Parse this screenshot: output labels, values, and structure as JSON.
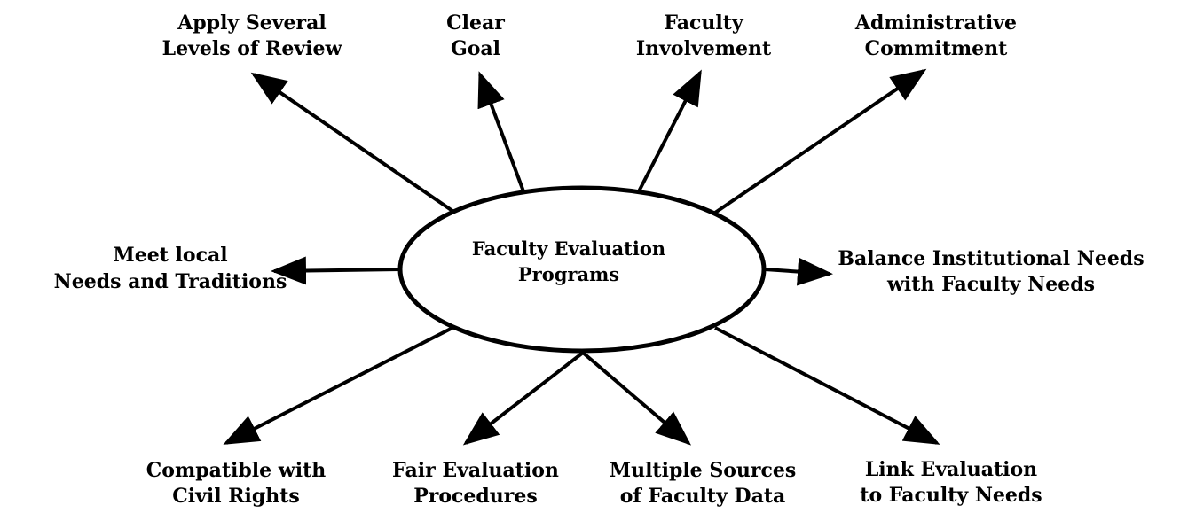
{
  "diagram": {
    "center": {
      "line1": "Faculty Evaluation",
      "line2": "Programs"
    },
    "nodes": [
      {
        "id": "several-levels-of-review",
        "line1": "Apply Several",
        "line2": "Levels of Review"
      },
      {
        "id": "clear-goal",
        "line1": "Clear",
        "line2": "Goal"
      },
      {
        "id": "faculty-involvement",
        "line1": "Faculty",
        "line2": "Involvement"
      },
      {
        "id": "administrative-commitment",
        "line1": "Administrative",
        "line2": "Commitment"
      },
      {
        "id": "local-needs",
        "line1": "Meet local",
        "line2": "Needs and Traditions"
      },
      {
        "id": "balance-needs",
        "line1": "Balance Institutional Needs",
        "line2": "with Faculty Needs"
      },
      {
        "id": "civil-rights",
        "line1": "Compatible with",
        "line2": "Civil Rights"
      },
      {
        "id": "fair-procedures",
        "line1": "Fair Evaluation",
        "line2": "Procedures"
      },
      {
        "id": "multiple-sources",
        "line1": "Multiple Sources",
        "line2": "of Faculty Data"
      },
      {
        "id": "link-evaluation",
        "line1": "Link Evaluation",
        "line2": "to Faculty Needs"
      }
    ],
    "colors": {
      "stroke": "#000000",
      "background": "#ffffff"
    }
  }
}
